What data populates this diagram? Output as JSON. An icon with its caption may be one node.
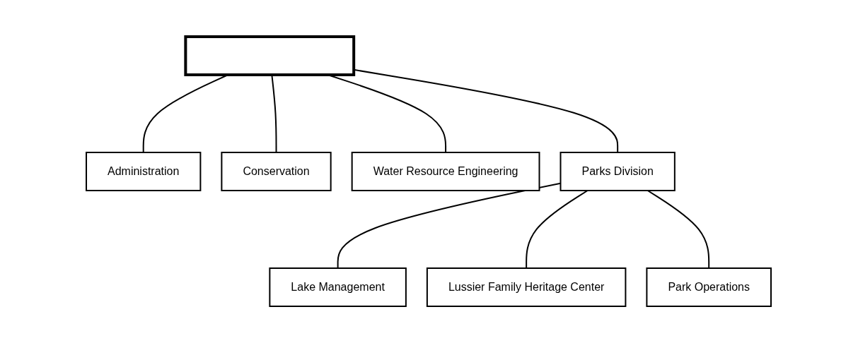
{
  "diagram": {
    "nodes": [
      {
        "text": [],
        "shape": "box"
      },
      {
        "text": [
          "Administration"
        ]
      },
      {
        "text": [
          "Conservation"
        ]
      },
      {
        "text": [
          "Water Resource Engineering"
        ]
      },
      {
        "text": [
          "Parks Division"
        ]
      },
      {
        "text": [
          "Lake Management"
        ]
      },
      {
        "text": [
          "Lussier Family Heritage Center"
        ]
      },
      {
        "text": [
          "Park Operations"
        ]
      }
    ],
    "edges": [
      {
        "from": 0,
        "to": 1,
        "arrow": "none"
      },
      {
        "from": 0,
        "to": 2,
        "arrow": "none"
      },
      {
        "from": 0,
        "to": 3,
        "arrow": "none"
      },
      {
        "from": 0,
        "to": 4,
        "arrow": "none"
      },
      {
        "from": 4,
        "to": 5,
        "arrow": "none"
      },
      {
        "from": 4,
        "to": 6,
        "arrow": "none"
      },
      {
        "from": 4,
        "to": 7,
        "arrow": "none"
      }
    ]
  }
}
